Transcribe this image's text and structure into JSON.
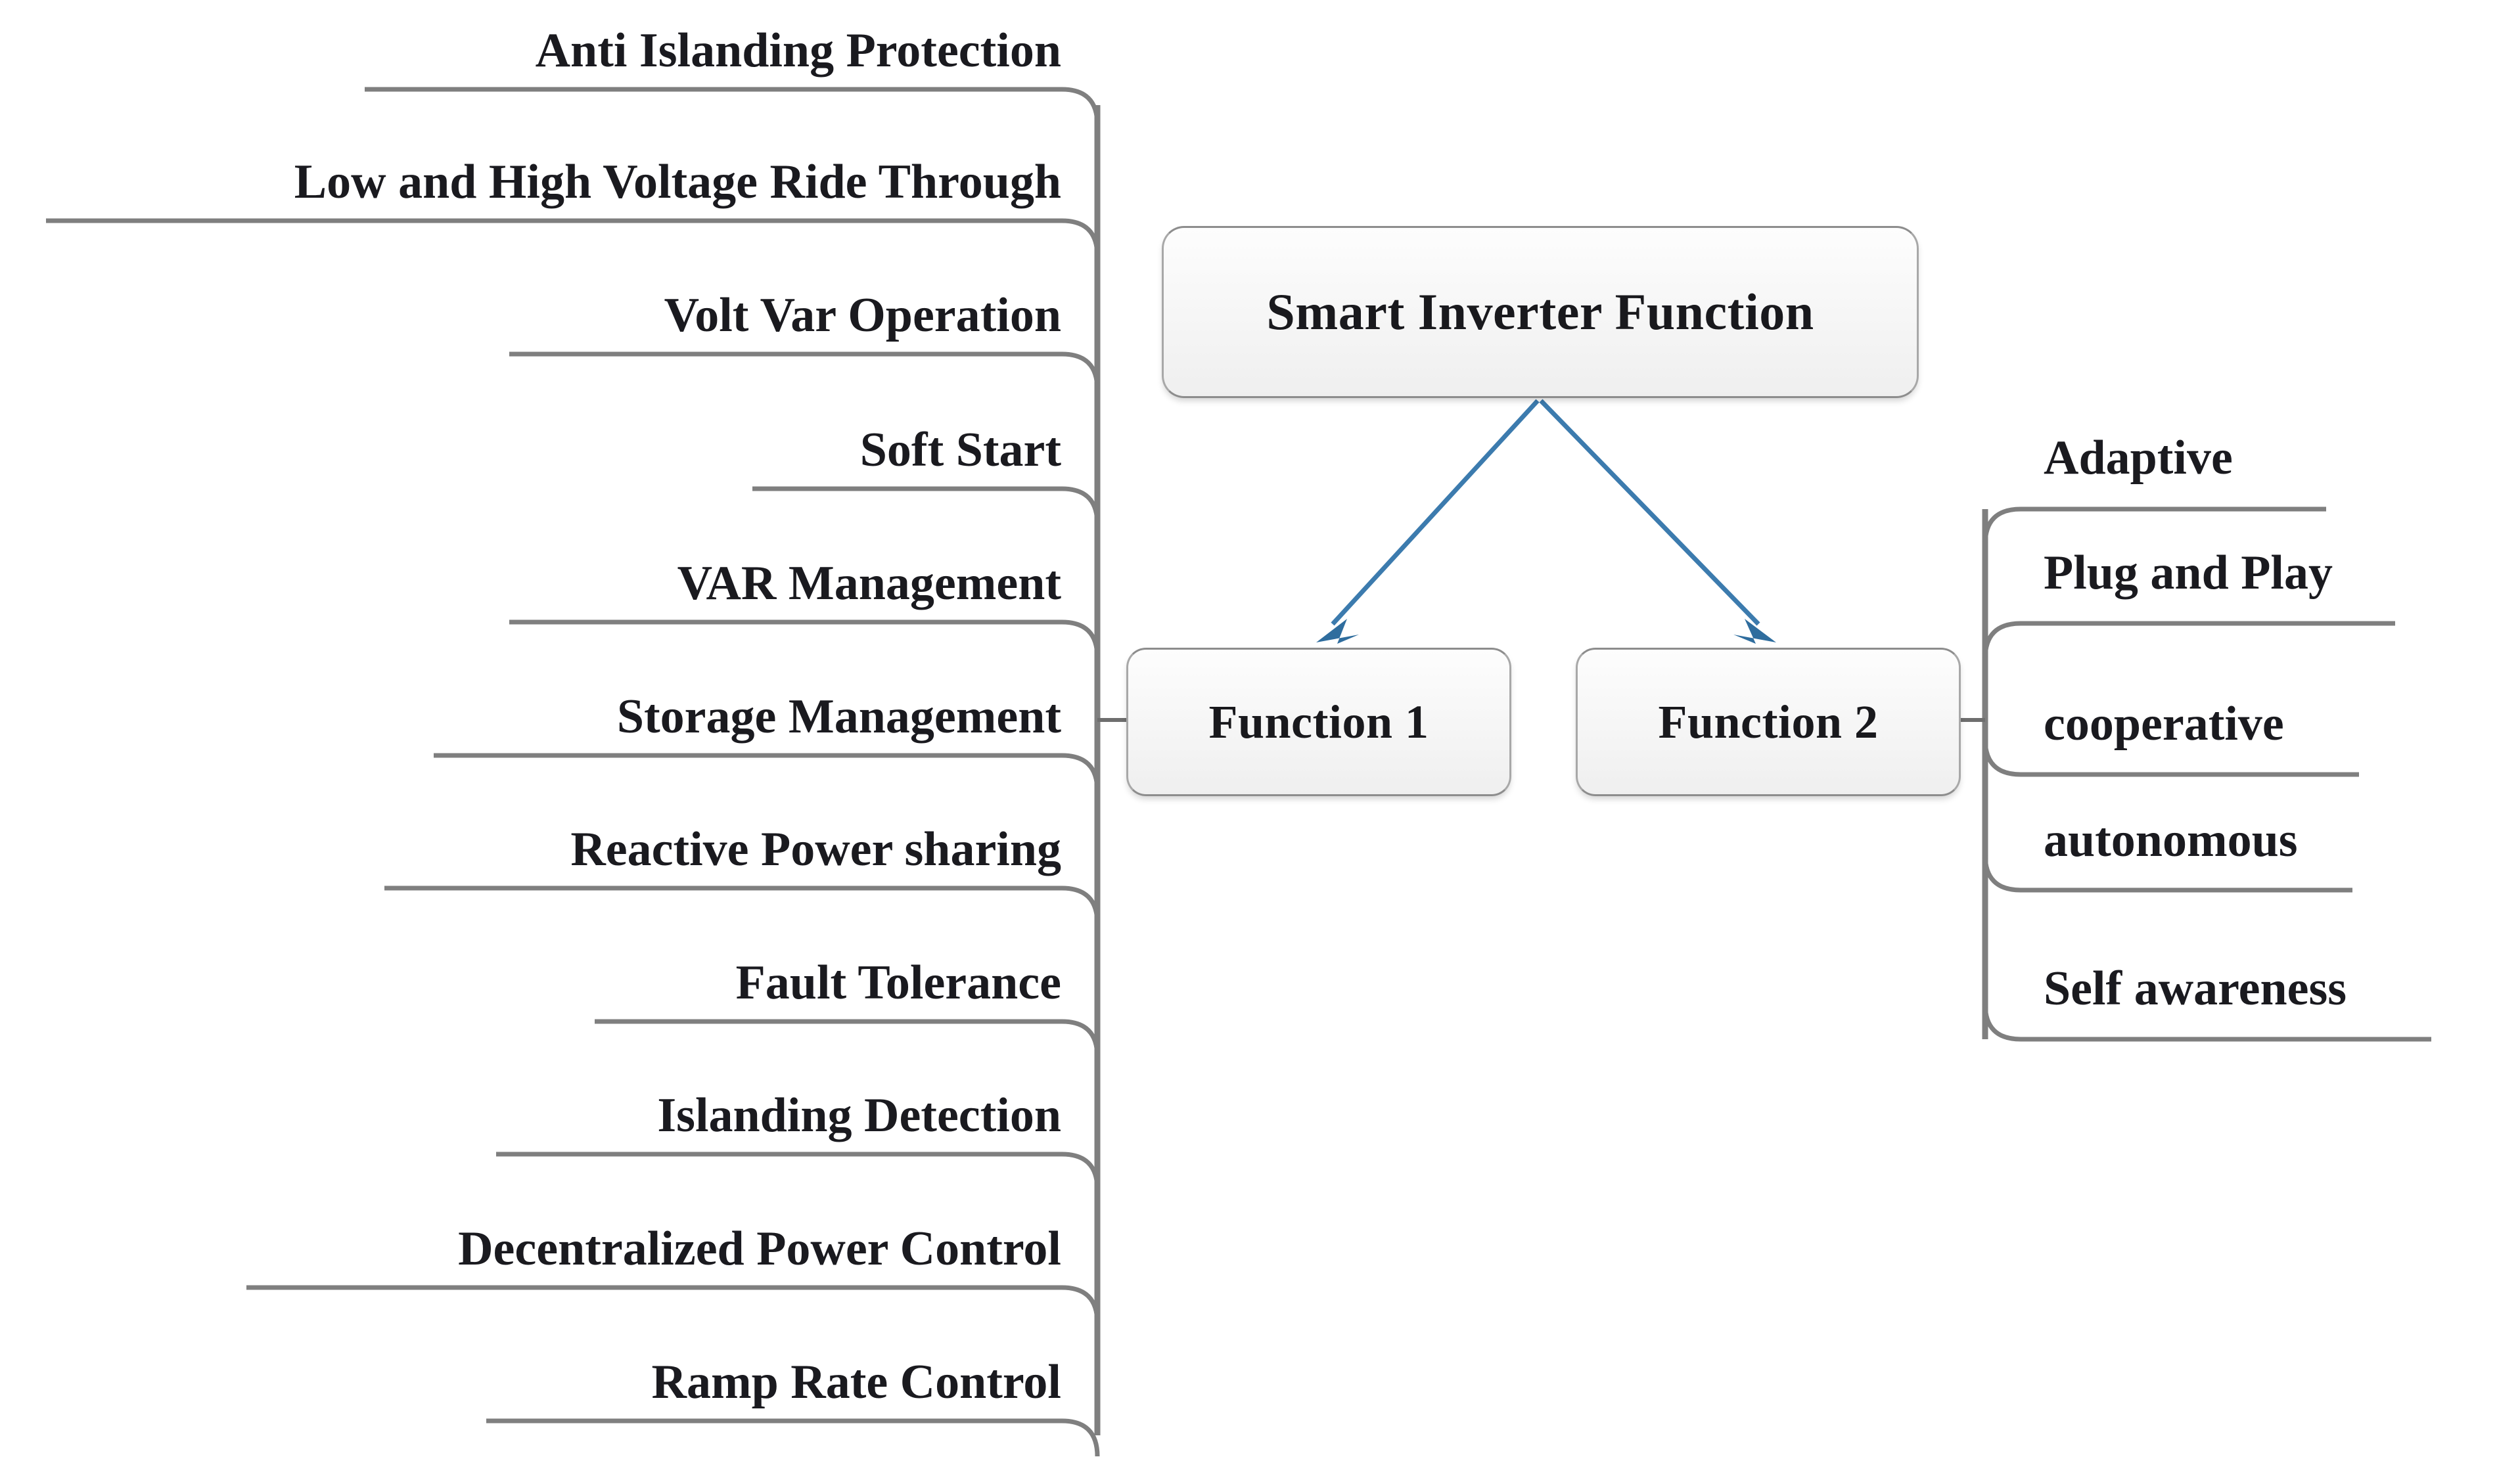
{
  "diagram": {
    "title": "Smart Inverter Function",
    "type": "mind-map",
    "root": {
      "label": "Smart Inverter Function"
    },
    "nodes": [
      {
        "id": "function-1",
        "label": "Function 1"
      },
      {
        "id": "function-2",
        "label": "Function 2"
      }
    ],
    "branches": [
      {
        "id": "function-1-branch",
        "side": "left",
        "parent": "Function 1",
        "items": [
          "Anti Islanding Protection",
          "Low and High Voltage Ride Through",
          "Volt Var Operation",
          "Soft Start",
          "VAR Management",
          "Storage Management",
          "Reactive Power sharing",
          "Fault Tolerance",
          "Islanding Detection",
          "Decentralized Power Control",
          "Ramp Rate Control"
        ]
      },
      {
        "id": "function-2-branch",
        "side": "right",
        "parent": "Function 2",
        "items": [
          "Adaptive",
          "Plug and Play",
          "cooperative",
          "autonomous",
          "Self awareness"
        ]
      }
    ],
    "edges": [
      {
        "from": "Smart Inverter Function",
        "to": "Function 1",
        "style": "arrow"
      },
      {
        "from": "Smart Inverter Function",
        "to": "Function 2",
        "style": "arrow"
      }
    ],
    "colors": {
      "background": "#ffffff",
      "node_fill": "#f4f4f4",
      "node_border": "#8d8d8d",
      "text": "#1a1a1f",
      "connector": "#7f7f7f",
      "arrow": "#2f6d9e"
    }
  }
}
